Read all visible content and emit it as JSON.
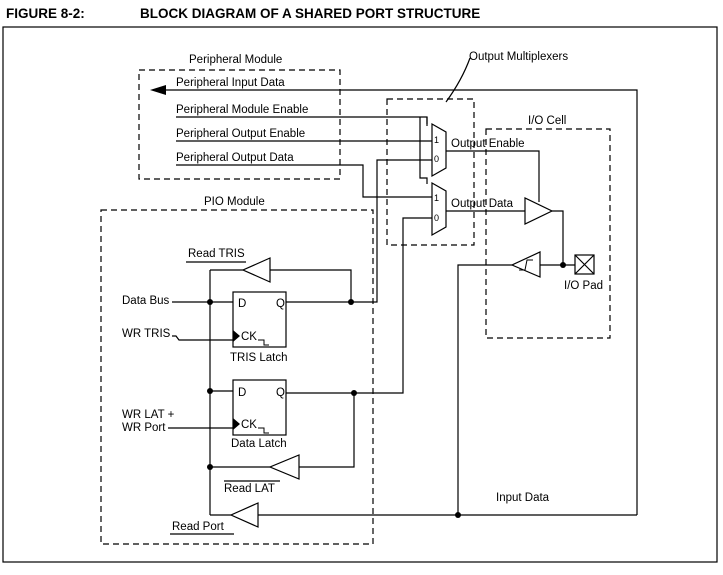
{
  "figure": {
    "number": "FIGURE 8-2:",
    "title": "BLOCK DIAGRAM OF A SHARED PORT STRUCTURE"
  },
  "blocks": {
    "peripheral_module": "Peripheral Module",
    "output_multiplexers": "Output Multiplexers",
    "io_cell": "I/O Cell",
    "pio_module": "PIO Module",
    "tris_latch": "TRIS Latch",
    "data_latch": "Data Latch",
    "io_pad": "I/O Pad"
  },
  "signals": {
    "peripheral_input_data": "Peripheral Input Data",
    "peripheral_module_enable": "Peripheral Module Enable",
    "peripheral_output_enable": "Peripheral Output Enable",
    "peripheral_output_data": "Peripheral Output Data",
    "output_enable": "Output Enable",
    "output_data": "Output Data",
    "read_tris": "Read TRIS",
    "data_bus": "Data Bus",
    "wr_tris": "WR TRIS",
    "wr_lat_line1": "WR LAT +",
    "wr_lat_line2": "WR Port",
    "read_lat": "Read LAT",
    "read_port": "Read Port",
    "input_data": "Input Data"
  },
  "pins": {
    "d": "D",
    "q": "Q",
    "ck": "CK",
    "mux_one": "1",
    "mux_zero": "0"
  }
}
